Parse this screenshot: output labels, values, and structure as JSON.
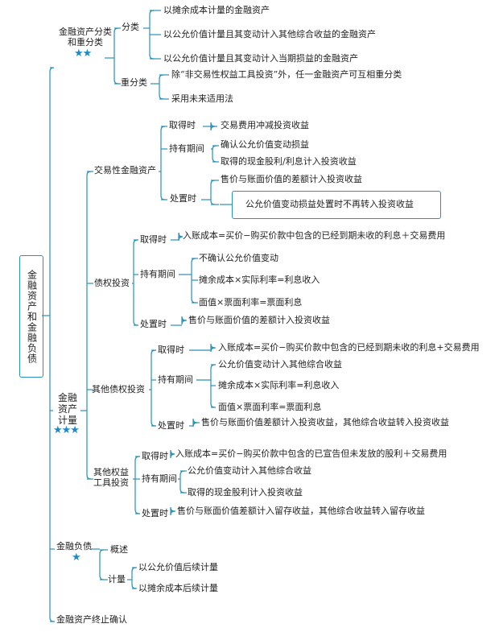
{
  "root": {
    "label": "金融资产和金融负债"
  },
  "sections": {
    "classification": {
      "title_line1": "金融资产分类",
      "title_line2": "和重分类",
      "stars": "★★",
      "fenlei": {
        "label": "分类",
        "items": [
          "以摊余成本计量的金融资产",
          "以公允价值计量且其变动计入其他综合收益的金融资产",
          "以公允价值计量且其变动计入当期损益的金融资产"
        ]
      },
      "chongfenlei": {
        "label": "重分类",
        "items": [
          "除“非交易性权益工具投资”外，任一金融资产可互相重分类",
          "采用未来适用法"
        ]
      }
    },
    "measurement": {
      "title_line1": "金融",
      "title_line2": "资产",
      "title_line3": "计量",
      "stars": "★★★",
      "trading": {
        "label": "交易性金融资产",
        "acquire": {
          "label": "取得时",
          "items": [
            "交易费用冲减投资收益"
          ]
        },
        "holding": {
          "label": "持有期间",
          "items": [
            "确认公允价值变动损益",
            "取得的现金股利/利息计入投资收益"
          ]
        },
        "disposal": {
          "label": "处置时",
          "items": [
            "售价与账面价值的差额计入投资收益"
          ],
          "note": "公允价值变动损益处置时不再转入投资收益"
        }
      },
      "debt": {
        "label": "债权投资",
        "acquire": {
          "label": "取得时",
          "items": [
            "入账成本=买价−购买价款中包含的已经到期未收的利息＋交易费用"
          ]
        },
        "holding": {
          "label": "持有期间",
          "items": [
            "不确认公允价值变动",
            "摊余成本×实际利率=利息收入",
            "面值×票面利率=票面利息"
          ]
        },
        "disposal": {
          "label": "处置时",
          "items": [
            "售价与账面价值的差额计入投资收益"
          ]
        }
      },
      "other_debt": {
        "label": "其他债权投资",
        "acquire": {
          "label": "取得时",
          "items": [
            "入账成本=买价−购买价款中包含的已经到期未收的利息+交易费用"
          ]
        },
        "holding": {
          "label": "持有期间",
          "items": [
            "公允价值变动计入其他综合收益",
            "摊余成本×实际利率=利息收入",
            "面值×票面利率=票面利息"
          ]
        },
        "disposal": {
          "label": "处置时",
          "items": [
            "售价与账面价值差额计入投资收益，其他综合收益转入投资收益"
          ]
        }
      },
      "other_equity": {
        "label_line1": "其他权益",
        "label_line2": "工具投资",
        "acquire": {
          "label": "取得时",
          "items": [
            "入账成本=买价−购买价款中包含的已宣告但未发放的股利＋交易费用"
          ]
        },
        "holding": {
          "label": "持有期间",
          "items": [
            "公允价值变动计入其他综合收益",
            "取得的现金股利计入投资收益"
          ]
        },
        "disposal": {
          "label": "处置时",
          "items": [
            "售价与账面价值差额计入留存收益，其他综合收益转入留存收益"
          ]
        }
      }
    },
    "liabilities": {
      "title": "金融负债",
      "stars": "★",
      "overview": {
        "label": "概述"
      },
      "measure": {
        "label": "计量",
        "items": [
          "以公允价值后续计量",
          "以摊余成本后续计量"
        ]
      }
    },
    "derecognition": {
      "title": "金融资产终止确认"
    }
  },
  "colors": {
    "line": "#2b8fb8",
    "star": "#1e88c8"
  }
}
